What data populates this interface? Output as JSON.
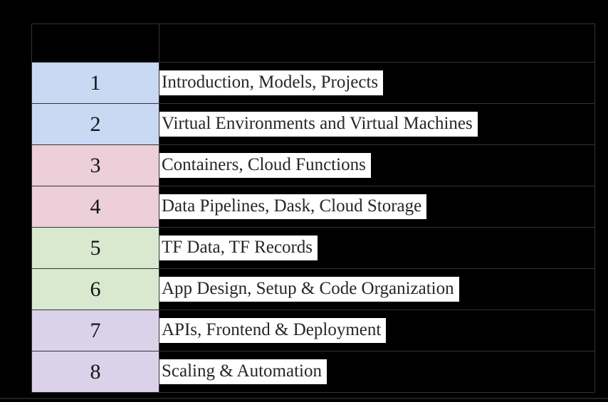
{
  "page": {
    "background_color": "#000000",
    "description": "Course schedule table slide"
  },
  "table": {
    "header": {
      "week_label": "",
      "topic_label": ""
    },
    "group_colors": {
      "blue": "#c9d8f3",
      "pink": "#eccfd9",
      "green": "#d8e9d0",
      "lavender": "#d9d2e8"
    },
    "highlight_color": "#ffffff",
    "text_color": "#262626",
    "border_color": "#4a4a4a",
    "rows": [
      {
        "num": "1",
        "topic": "Introduction, Models, Projects",
        "group": "blue",
        "color": "#c9d8f3"
      },
      {
        "num": "2",
        "topic": "Virtual Environments and Virtual Machines",
        "group": "blue",
        "color": "#c9d8f3"
      },
      {
        "num": "3",
        "topic": "Containers, Cloud Functions",
        "group": "pink",
        "color": "#eccfd9"
      },
      {
        "num": "4",
        "topic": "Data Pipelines, Dask, Cloud Storage",
        "group": "pink",
        "color": "#eccfd9"
      },
      {
        "num": "5",
        "topic": "TF Data, TF Records",
        "group": "green",
        "color": "#d8e9d0"
      },
      {
        "num": "6",
        "topic": "App Design, Setup & Code Organization",
        "group": "green",
        "color": "#d8e9d0"
      },
      {
        "num": "7",
        "topic": "APIs, Frontend & Deployment",
        "group": "lavender",
        "color": "#d9d2e8"
      },
      {
        "num": "8",
        "topic": "Scaling & Automation",
        "group": "lavender",
        "color": "#d9d2e8"
      }
    ]
  }
}
